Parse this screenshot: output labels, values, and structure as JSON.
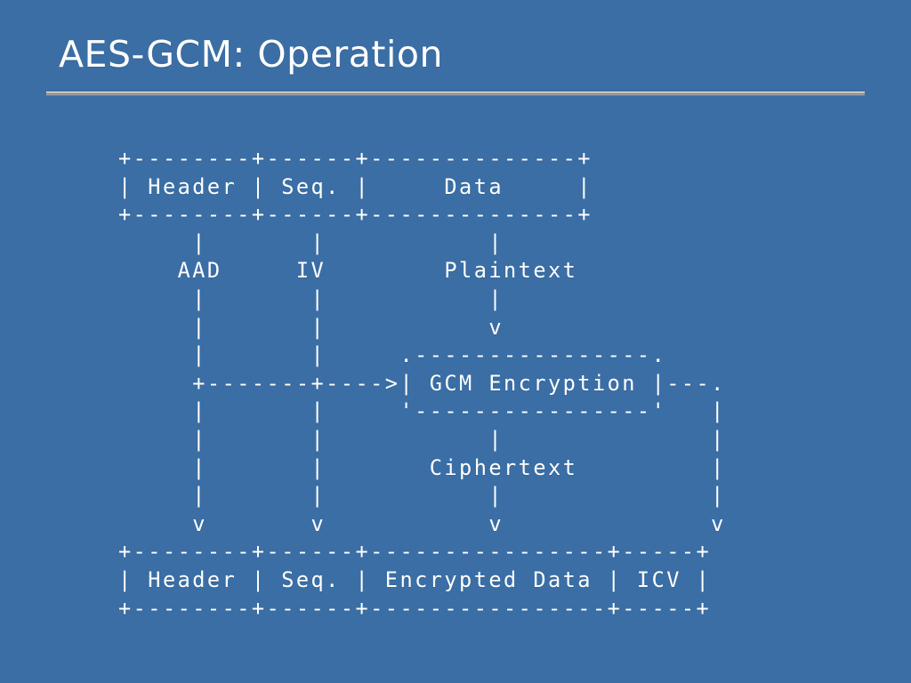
{
  "slide": {
    "title": "AES-GCM: Operation",
    "background_color": "#3a6ea5",
    "text_color": "#ffffff",
    "rule_color": "#9a9a9a"
  },
  "diagram": {
    "name": "aes-gcm-operation-ascii-diagram",
    "type": "ascii-art",
    "input_packet": {
      "fields": [
        "Header",
        "Seq.",
        "Data"
      ],
      "top_border": "+--------+------+--------------+",
      "row": "| Header | Seq. |     Data     |",
      "bottom_border": "+--------+------+--------------+"
    },
    "signal_labels": [
      "AAD",
      "IV",
      "Plaintext",
      "Ciphertext"
    ],
    "process_box": {
      "label": "GCM Encryption",
      "top_border": ".----------------.",
      "row": "| GCM Encryption |",
      "bottom_border": "'----------------'"
    },
    "output_packet": {
      "fields": [
        "Header",
        "Seq.",
        "Encrypted Data",
        "ICV"
      ],
      "top_border": "+--------+------+----------------+-----+",
      "row": "| Header | Seq. | Encrypted Data | ICV |",
      "bottom_border": "+--------+------+----------------+-----+"
    },
    "art": "+--------+------+--------------+\n| Header | Seq. |     Data     |\n+--------+------+--------------+\n     |       |           |\n    AAD     IV        Plaintext\n     |       |           |\n     |       |           v\n     |       |     .----------------.\n     +-------+---->| GCM Encryption |---.\n     |       |     '----------------'   |\n     |       |           |              |\n     |       |       Ciphertext         |\n     |       |           |              |\n     v       v           v              v\n+--------+------+----------------+-----+\n| Header | Seq. | Encrypted Data | ICV |\n+--------+------+----------------+-----+"
  }
}
